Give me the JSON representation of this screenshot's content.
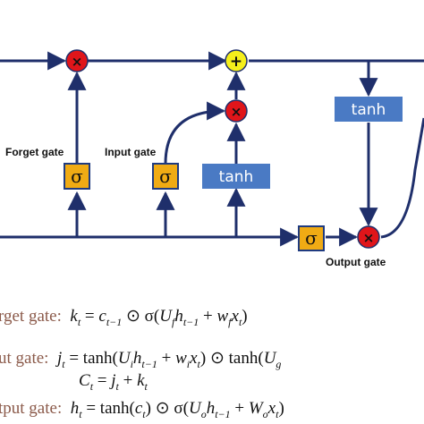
{
  "colors": {
    "line": "#1f2f6b",
    "multiply_node": "#e0151a",
    "add_node": "#f5ef1b",
    "sigma_box_fill": "#f0ab14",
    "sigma_box_border": "#1f3b80",
    "tanh_box_fill": "#4a7ac4",
    "gate_name_text": "#8b5a4a"
  },
  "diagram": {
    "multiply_symbol": "×",
    "add_symbol": "+",
    "sigma_symbol": "σ",
    "tanh_label": "tanh",
    "forget_gate_label": "Forget gate",
    "input_gate_label": "Input gate",
    "output_gate_label": "Output gate"
  },
  "equations": [
    {
      "gate": "rget gate:",
      "formula": "k_t = c_{t−1} ⊙ σ(U_f h_{t−1} + w_f x_t)"
    },
    {
      "gate": "ut gate:",
      "formula": "j_t = tanh(U_i h_{t−1} + w_i x_t) ⊙ tanh(U_g"
    },
    {
      "gate": "",
      "formula": "C_t = j_t + k_t"
    },
    {
      "gate": "tput gate:",
      "formula": "h_t = tanh(c_t) ⊙ σ(U_o h_{t−1} + W_o x_t)"
    }
  ]
}
